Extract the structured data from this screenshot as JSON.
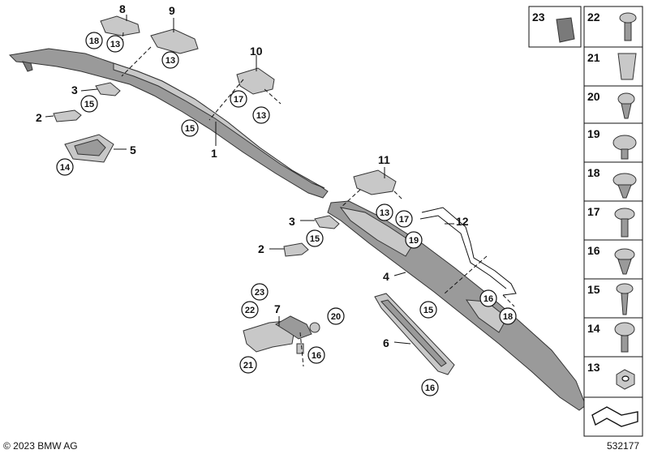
{
  "callouts": {
    "p1": "1",
    "p2a": "2",
    "p2b": "2",
    "p3a": "3",
    "p3b": "3",
    "p4": "4",
    "p5": "5",
    "p6": "6",
    "p7": "7",
    "p8": "8",
    "p9": "9",
    "p10": "10",
    "p11": "11",
    "p12": "12"
  },
  "circled": {
    "c18a": "18",
    "c13a": "13",
    "c13b": "13",
    "c15a": "15",
    "c14": "14",
    "c15b": "15",
    "c17a": "17",
    "c13c": "13",
    "c13d": "13",
    "c17b": "17",
    "c19": "19",
    "c15c": "15",
    "c15d": "15",
    "c16a": "16",
    "c18b": "18",
    "c23": "23",
    "c22": "22",
    "c21": "21",
    "c20": "20",
    "c16b": "16",
    "c16c": "16"
  },
  "legend": [
    "23",
    "22",
    "21",
    "20",
    "19",
    "18",
    "17",
    "16",
    "15",
    "14",
    "13"
  ],
  "footer": {
    "copyright": "© 2023 BMW AG",
    "diagram_number": "532177"
  }
}
